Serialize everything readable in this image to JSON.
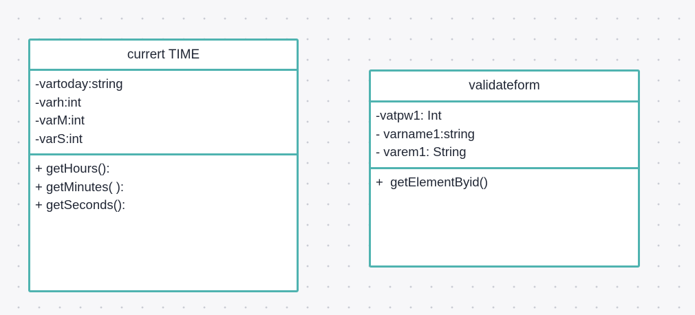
{
  "canvas": {
    "background": "#f7f7f9",
    "grid_dot_color": "#c9ccd4"
  },
  "colors": {
    "class_border": "#4fb3b0",
    "class_fill": "#ffffff",
    "text": "#1f2533"
  },
  "classes": [
    {
      "name": "currert TIME",
      "attributes": [
        "-vartoday:string",
        "-varh:int",
        "-varM:int",
        "-varS:int"
      ],
      "methods": [
        "+ getHours():",
        "+ getMinutes( ):",
        "+ getSeconds():"
      ]
    },
    {
      "name": "validateform",
      "attributes": [
        "-vatpw1: Int",
        "- varname1:string",
        "- varem1: String"
      ],
      "methods": [
        "+  getElementByid()"
      ]
    }
  ]
}
